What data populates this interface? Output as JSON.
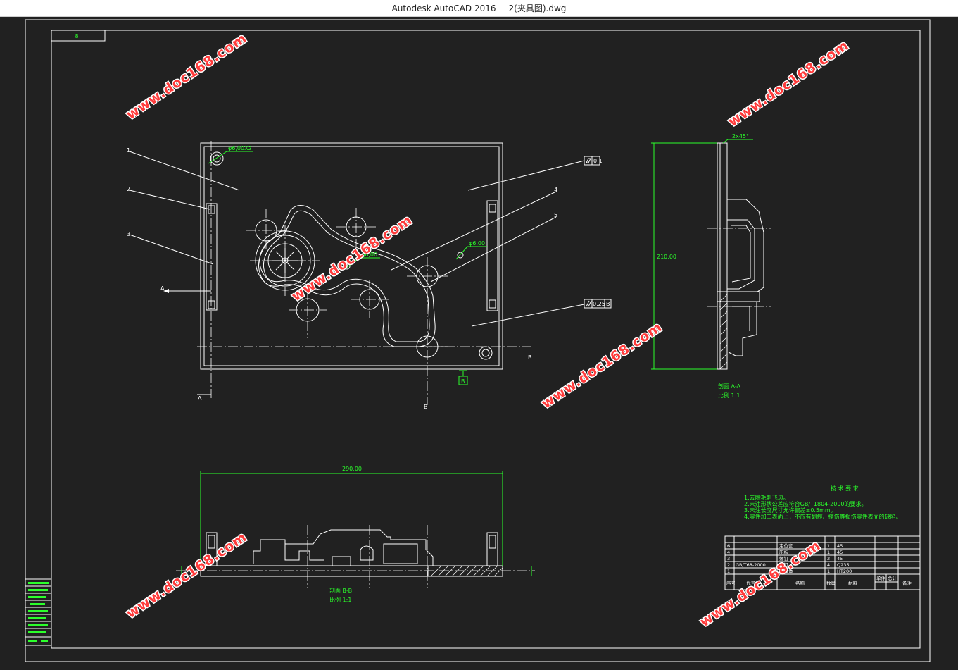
{
  "window": {
    "app_title": "Autodesk AutoCAD 2016",
    "file_name": "2(夹具图).dwg"
  },
  "watermark": {
    "text": "www.doc168.com"
  },
  "drawing": {
    "top_left_box": "8",
    "balloons": [
      "1",
      "2",
      "3",
      "4",
      "5"
    ],
    "dims": {
      "hole_x2": "φ6,00X2",
      "hole_1": "φ6,00",
      "hole_2": "φ6,00",
      "width": "290,00",
      "height": "210,00",
      "chamfer": "2x45°"
    },
    "tolerances": {
      "flatness": "0.1",
      "parallel": "0.25",
      "parallel_datum": "B"
    },
    "datum_box": "B",
    "sections": {
      "a": "A",
      "b": "B"
    },
    "view_aa": {
      "name": "剖面  A-A",
      "scale": "比例  1:1"
    },
    "view_bb": {
      "name": "剖面  B-B",
      "scale": "比例  1:1"
    },
    "tech_req": {
      "title": "技 术 要 求",
      "lines": [
        "1.去除毛刺飞边。",
        "2.未注形状公差应符合GB/T1804-2000的要求。",
        "3.未注长度尺寸允许偏差±0.5mm。",
        "4.零件加工表面上，不应有划痕、擦伤等损伤零件表面的缺陷。"
      ]
    },
    "bom": {
      "rows": [
        [
          "6",
          "",
          "定位套",
          "",
          "1",
          "",
          "45",
          "",
          "",
          ""
        ],
        [
          "4",
          "",
          "压板",
          "",
          "1",
          "",
          "45",
          "",
          "",
          ""
        ],
        [
          "3",
          "",
          "螺钉",
          "",
          "2",
          "",
          "45",
          "",
          "",
          ""
        ],
        [
          "2",
          "GB/T68-2000",
          "螺钉",
          "",
          "4",
          "",
          "Q235",
          "",
          "",
          ""
        ],
        [
          "1",
          "",
          "夹具体",
          "",
          "1",
          "",
          "HT200",
          "",
          "",
          ""
        ]
      ],
      "header": [
        "序号",
        "代号",
        "名称",
        "数量",
        "材料",
        "单件",
        "总计",
        "备注"
      ]
    }
  }
}
